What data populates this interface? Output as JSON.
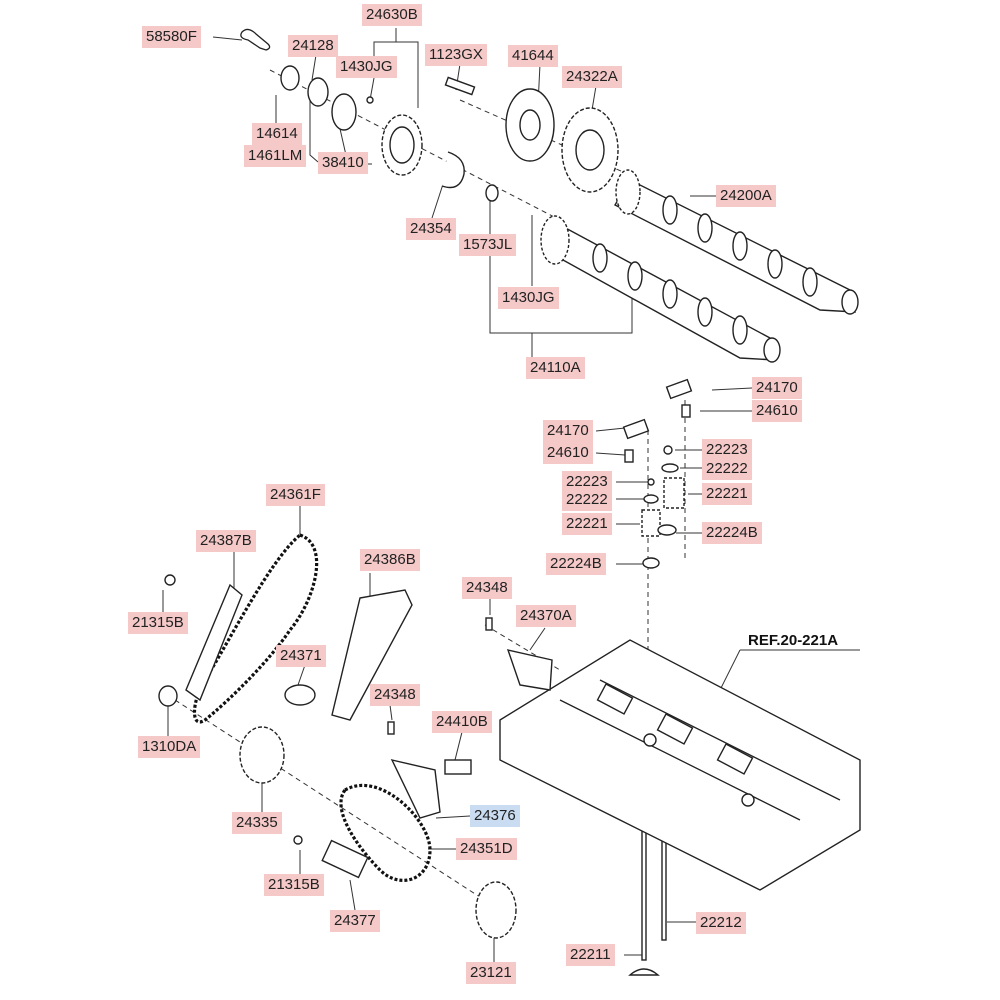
{
  "labels": [
    {
      "id": "58580F",
      "text": "58580F"
    },
    {
      "id": "24630B",
      "text": "24630B"
    },
    {
      "id": "24128",
      "text": "24128"
    },
    {
      "id": "1430JG_a",
      "text": "1430JG"
    },
    {
      "id": "1123GX",
      "text": "1123GX"
    },
    {
      "id": "41644",
      "text": "41644"
    },
    {
      "id": "24322A",
      "text": "24322A"
    },
    {
      "id": "14614",
      "text": "14614"
    },
    {
      "id": "1461LM",
      "text": "1461LM"
    },
    {
      "id": "38410",
      "text": "38410"
    },
    {
      "id": "24200A",
      "text": "24200A"
    },
    {
      "id": "24354",
      "text": "24354"
    },
    {
      "id": "1573JL",
      "text": "1573JL"
    },
    {
      "id": "1430JG_b",
      "text": "1430JG"
    },
    {
      "id": "24110A",
      "text": "24110A"
    },
    {
      "id": "24170_a",
      "text": "24170"
    },
    {
      "id": "24610_a",
      "text": "24610"
    },
    {
      "id": "24170_b",
      "text": "24170"
    },
    {
      "id": "22223_a",
      "text": "22223"
    },
    {
      "id": "24610_b",
      "text": "24610"
    },
    {
      "id": "22222_a",
      "text": "22222"
    },
    {
      "id": "22223_b",
      "text": "22223"
    },
    {
      "id": "22222_b",
      "text": "22222"
    },
    {
      "id": "22221_a",
      "text": "22221"
    },
    {
      "id": "22221_b",
      "text": "22221"
    },
    {
      "id": "22224B_a",
      "text": "22224B"
    },
    {
      "id": "24361F",
      "text": "24361F"
    },
    {
      "id": "24387B",
      "text": "24387B"
    },
    {
      "id": "22224B_b",
      "text": "22224B"
    },
    {
      "id": "24386B",
      "text": "24386B"
    },
    {
      "id": "24348_a",
      "text": "24348"
    },
    {
      "id": "21315B_a",
      "text": "21315B"
    },
    {
      "id": "24370A",
      "text": "24370A"
    },
    {
      "id": "24371",
      "text": "24371"
    },
    {
      "id": "24348_b",
      "text": "24348"
    },
    {
      "id": "1310DA",
      "text": "1310DA"
    },
    {
      "id": "24410B",
      "text": "24410B"
    },
    {
      "id": "24376",
      "text": "24376"
    },
    {
      "id": "24335",
      "text": "24335"
    },
    {
      "id": "24351D",
      "text": "24351D"
    },
    {
      "id": "21315B_b",
      "text": "21315B"
    },
    {
      "id": "24377",
      "text": "24377"
    },
    {
      "id": "22212",
      "text": "22212"
    },
    {
      "id": "22211",
      "text": "22211"
    },
    {
      "id": "23121",
      "text": "23121"
    }
  ],
  "reference": "REF.20-221A",
  "colors": {
    "label_bg": "#f6c9c9",
    "highlight_bg": "#c9dcf2",
    "line": "#222222"
  }
}
